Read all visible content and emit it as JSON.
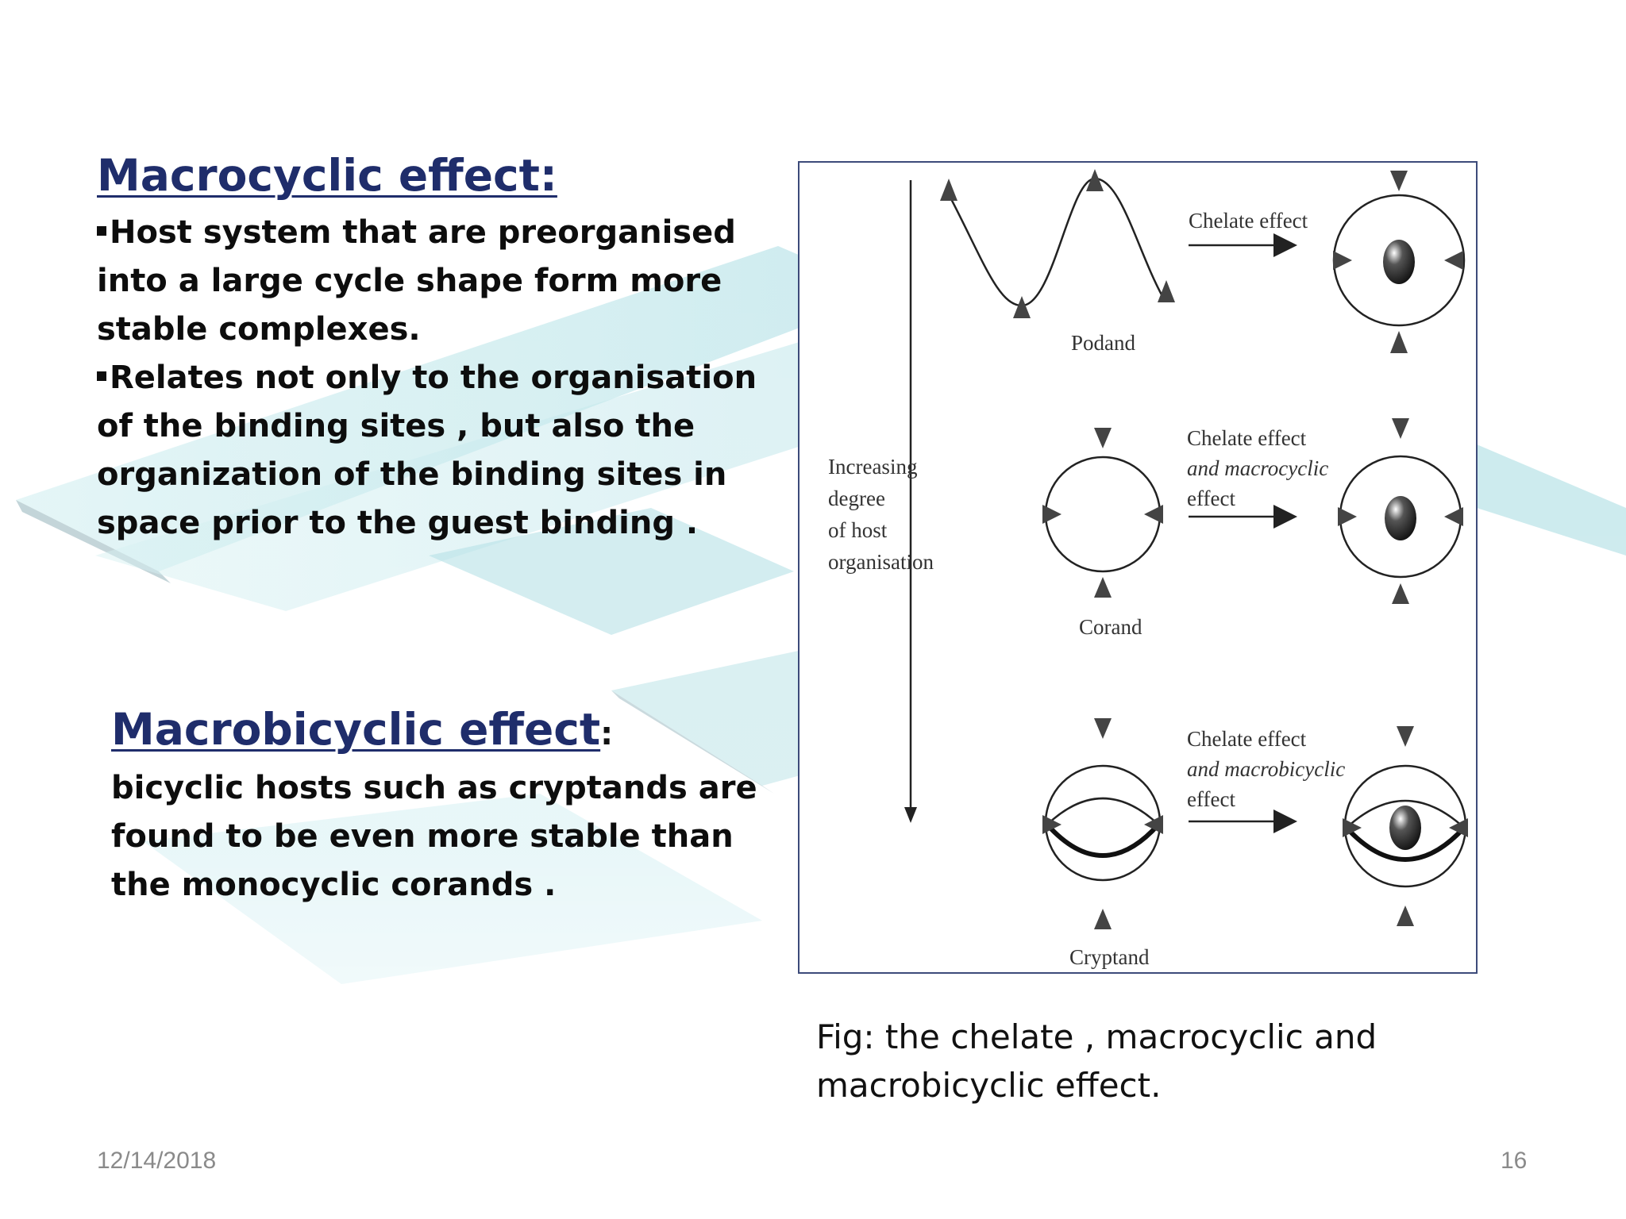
{
  "slide": {
    "macrocyclic": {
      "heading": "Macrocyclic effect:",
      "bullets": [
        "Host system that are preorganised into a large cycle shape form more stable complexes.",
        "Relates not only to the organisation of the binding sites , but also the organization of the binding sites in space prior to the guest binding ."
      ]
    },
    "macrobicyclic": {
      "heading": "Macrobicyclic effect",
      "colon": ":",
      "body": "bicyclic hosts such as cryptands are found to be even more stable than the monocyclic corands ."
    },
    "figure": {
      "axis_label": [
        "Increasing",
        "degree",
        "of host",
        "organisation"
      ],
      "rows": [
        {
          "host": "Podand",
          "arrow_label": [
            "Chelate effect"
          ]
        },
        {
          "host": "Corand",
          "arrow_label": [
            "Chelate effect",
            "and macrocyclic",
            "effect"
          ]
        },
        {
          "host": "Cryptand",
          "arrow_label": [
            "Chelate effect",
            "and macrobicyclic",
            "effect"
          ]
        }
      ],
      "caption": "Fig: the chelate , macrocyclic and macrobicyclic effect."
    },
    "footer": {
      "date": "12/14/2018",
      "page_number": "16"
    },
    "colors": {
      "heading": "#1f2d6b",
      "body_text": "#0d0d0d",
      "background_band": "#b6e1e6",
      "footer": "#8a8a8a"
    }
  }
}
